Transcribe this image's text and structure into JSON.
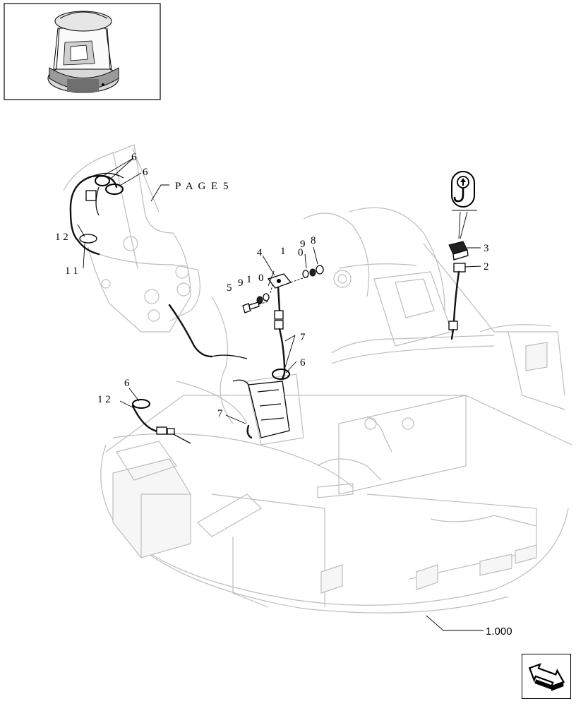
{
  "diagram": {
    "callouts": {
      "c1": "6",
      "c2": "6",
      "c3": "1 2",
      "c4": "1 1",
      "c5": "4",
      "c6": "1",
      "c7": "0",
      "c8": "9",
      "c9": "8",
      "c10": "5",
      "c11": "9",
      "c12": "1",
      "c13": "0",
      "c14": "3",
      "c15": "2",
      "c16": "7",
      "c17": "6",
      "c18": "6",
      "c19": "1 2",
      "c20": "7"
    },
    "page_ref": "P A G E   5",
    "assembly_ref": "1.000"
  }
}
